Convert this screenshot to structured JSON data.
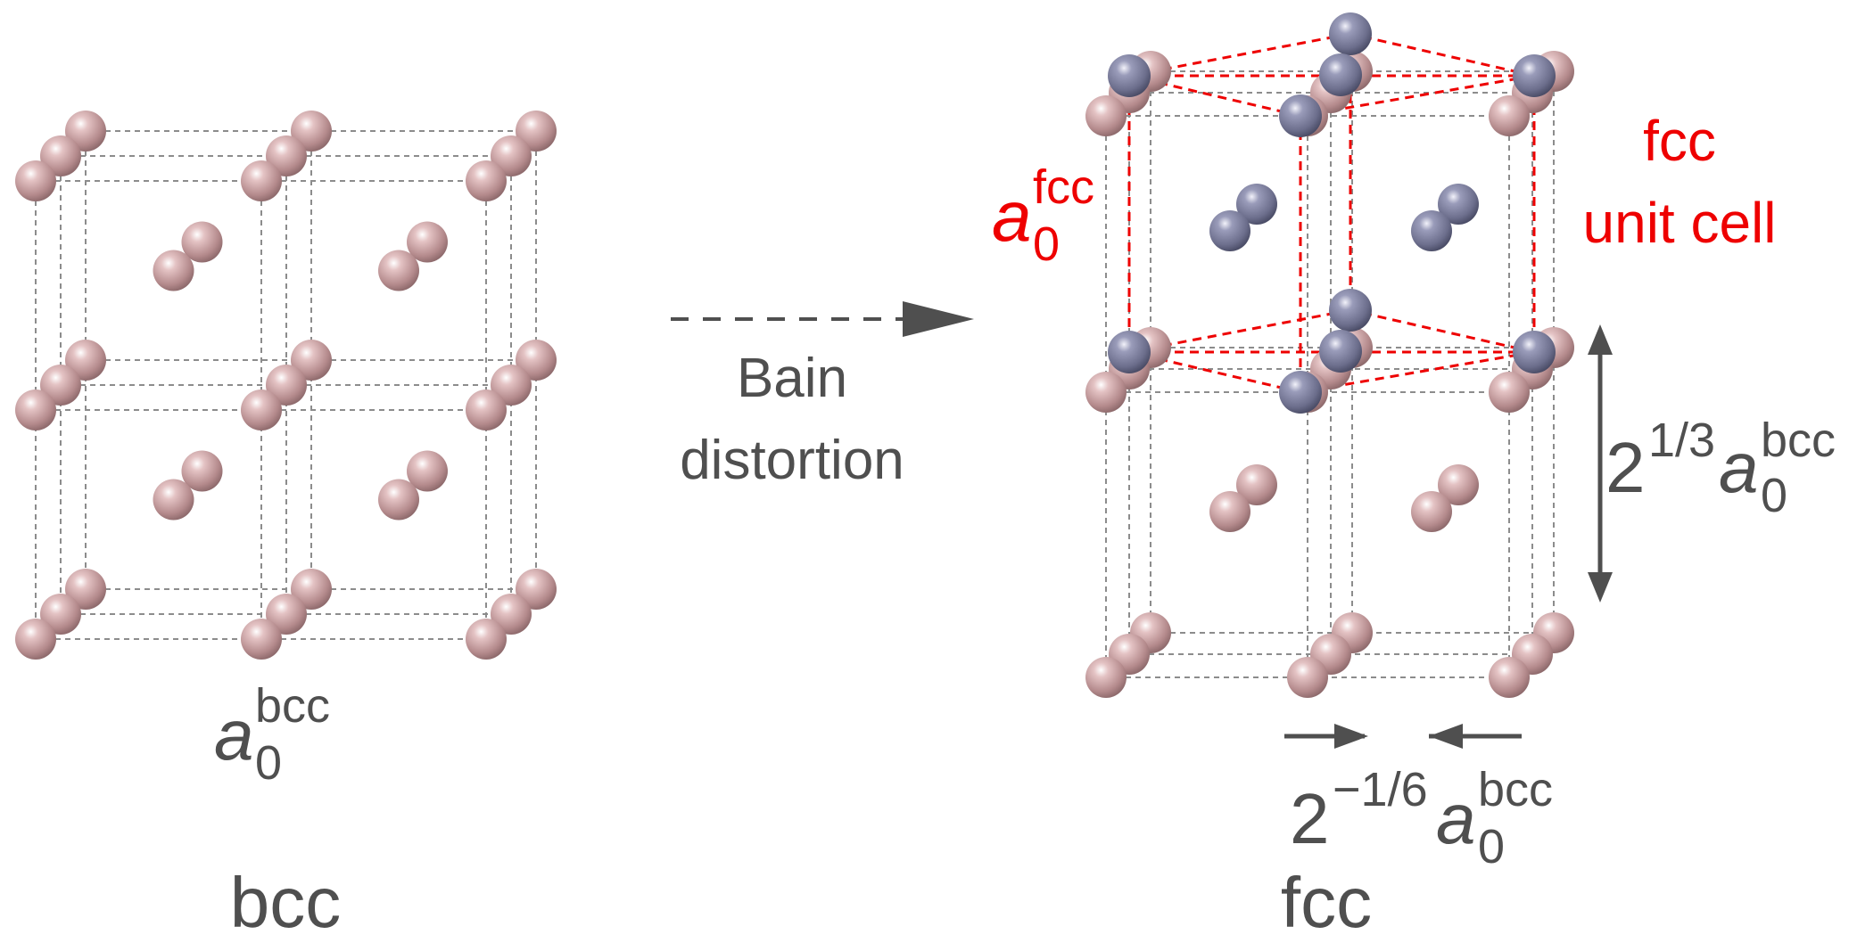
{
  "bcc": {
    "caption": "bcc",
    "lattice_symbol": "a",
    "lattice_sub": "0",
    "lattice_sup": "bcc"
  },
  "transition": {
    "line1": "Bain",
    "line2": "distortion"
  },
  "fcc": {
    "caption": "fcc",
    "unit_cell_line1": "fcc",
    "unit_cell_line2": "unit cell",
    "fcc_symbol": "a",
    "fcc_sub": "0",
    "fcc_sup": "fcc",
    "height_coef": "2",
    "height_exp": "1/3",
    "height_symbol": "a",
    "height_sub": "0",
    "height_sup": "bcc",
    "width_coef": "2",
    "width_exp": "−1/6",
    "width_symbol": "a",
    "width_sub": "0",
    "width_sup": "bcc"
  },
  "colors": {
    "pink_atom": "#c9a1a3",
    "blue_atom": "#7d7f9c",
    "red": "#ee0000",
    "grey_text": "#4f4f4f",
    "dashed_line": "#8c8c8c"
  }
}
